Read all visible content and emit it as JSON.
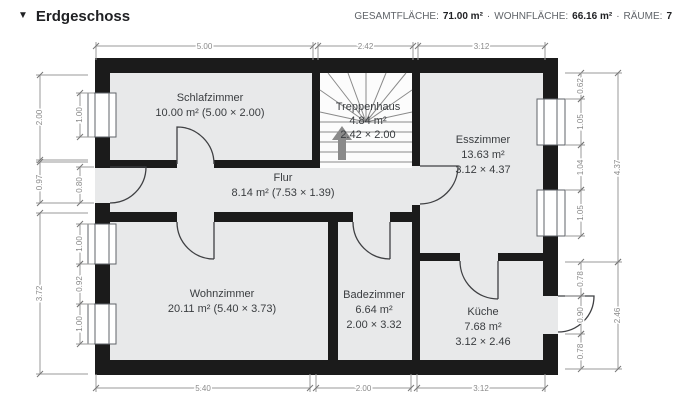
{
  "header": {
    "collapse_icon": "▼",
    "title": "Erdgeschoss",
    "separator": "·",
    "stats": [
      {
        "label": "GESAMTFLÄCHE:",
        "value": "71.00 m²"
      },
      {
        "label": "WOHNFLÄCHE:",
        "value": "66.16 m²"
      },
      {
        "label": "RÄUME:",
        "value": "7"
      }
    ]
  },
  "plan": {
    "rooms": [
      {
        "id": "schlafzimmer",
        "name": "Schlafzimmer",
        "line2": "10.00 m² (5.00 × 2.00)"
      },
      {
        "id": "treppenhaus",
        "name": "Treppenhaus",
        "line2": "4.84 m²",
        "line3": "2.42 × 2.00"
      },
      {
        "id": "esszimmer",
        "name": "Esszimmer",
        "line2": "13.63 m²",
        "line3": "3.12 × 4.37"
      },
      {
        "id": "flur",
        "name": "Flur",
        "line2": "8.14 m² (7.53 × 1.39)"
      },
      {
        "id": "wohnzimmer",
        "name": "Wohnzimmer",
        "line2": "20.11 m² (5.40 × 3.73)"
      },
      {
        "id": "badezimmer",
        "name": "Badezimmer",
        "line2": "6.64 m²",
        "line3": "2.00 × 3.32"
      },
      {
        "id": "kueche",
        "name": "Küche",
        "line2": "7.68 m²",
        "line3": "3.12 × 2.46"
      }
    ],
    "dimensions": {
      "top": [
        "5.00",
        "2.42",
        "3.12"
      ],
      "bottom": [
        "5.40",
        "2.00",
        "3.12"
      ],
      "left_outer": [
        "2.00",
        "0.97",
        "3.72"
      ],
      "left_inner": [
        "1.00",
        "0.80",
        "1.00",
        "0.92",
        "1.00"
      ],
      "right_inner": [
        "0.62",
        "1.05",
        "1.04",
        "1.05",
        "0.78",
        "0.90",
        "0.78"
      ],
      "right_outer": [
        "4.37",
        "2.46"
      ]
    },
    "colors": {
      "wall": "#1b1b1b",
      "room_fill": "#e8e9ea",
      "room_text": "#3a3d40",
      "dimension": "#8f8f8f"
    }
  }
}
